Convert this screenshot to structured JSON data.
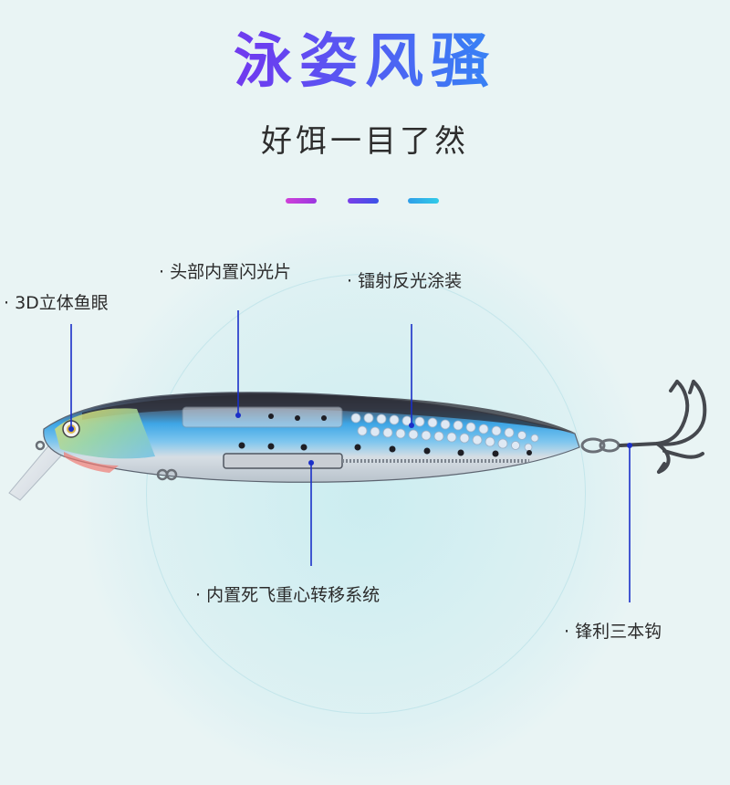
{
  "title": "泳姿风骚",
  "subtitle": "好饵一目了然",
  "accent_dashes": [
    "#c238d8",
    "#5a3ee8",
    "#2bb6ea"
  ],
  "features": {
    "eye": "· 3D立体鱼眼",
    "flash_plate": "· 头部内置闪光片",
    "laser_coating": "· 镭射反光涂装",
    "weight_system": "· 内置死飞重心转移系统",
    "treble_hook": "· 锋利三本钩"
  },
  "colors": {
    "callout_line": "#1a2fc8",
    "lure_back": "#3a3a44",
    "lure_blue": "#3fa8e8",
    "lure_belly": "#d7dde2"
  },
  "icons": [
    "fishing-lure-icon",
    "treble-hook-icon"
  ]
}
